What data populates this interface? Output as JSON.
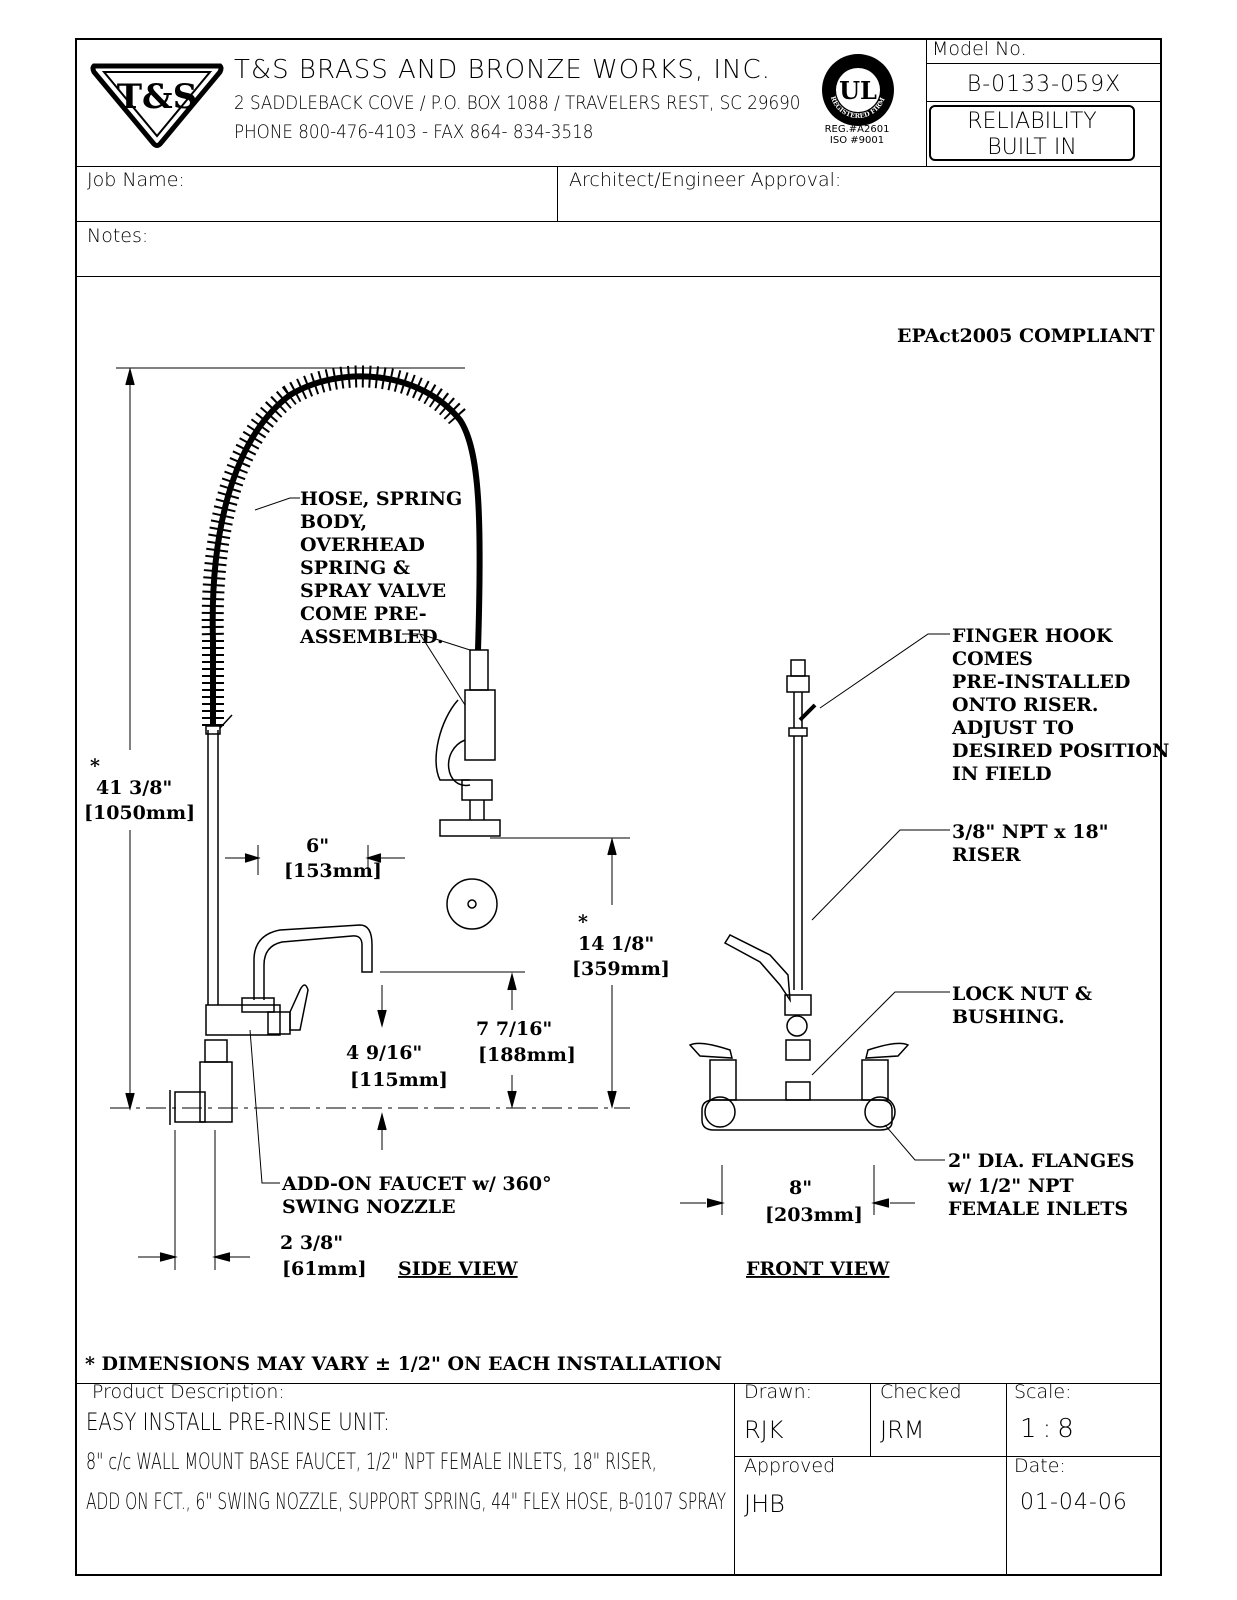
{
  "company": {
    "logo_text": "T&S",
    "name": "T&S BRASS AND BRONZE WORKS, INC.",
    "address": "2 SADDLEBACK COVE / P.O. BOX 1088 / TRAVELERS REST, SC 29690",
    "phone": "PHONE 800-476-4103 - FAX  864- 834-3518",
    "ul_logo": "UL",
    "ul_ring": "REGISTERED FIRM",
    "reg": "REG.#A2601",
    "iso": "ISO #9001"
  },
  "model": {
    "label": "Model No.",
    "number": "B-0133-059X",
    "slogan_line1": "RELIABILITY",
    "slogan_line2": "BUILT IN"
  },
  "fields": {
    "job_name": "Job Name:",
    "architect": "Architect/Engineer Approval:",
    "notes": "Notes:"
  },
  "drawing": {
    "epact": "EPAct2005 COMPLIANT",
    "callout_hose": [
      "HOSE, SPRING",
      "BODY,",
      "OVERHEAD",
      "SPRING &",
      "SPRAY VALVE",
      "COME PRE-",
      "ASSEMBLED."
    ],
    "callout_finger": [
      "FINGER HOOK",
      "COMES",
      "PRE-INSTALLED",
      "ONTO RISER.",
      "ADJUST TO",
      "DESIRED POSITION",
      "IN FIELD"
    ],
    "callout_riser": [
      "3/8\" NPT x 18\"",
      "RISER"
    ],
    "callout_locknut": [
      "LOCK NUT &",
      "BUSHING."
    ],
    "callout_flanges": [
      "2\" DIA. FLANGES",
      "w/ 1/2\" NPT",
      "FEMALE INLETS"
    ],
    "callout_addon": [
      "ADD-ON FAUCET w/ 360°",
      "SWING NOZZLE"
    ],
    "dim_height": [
      "*",
      "41 3/8\"",
      "[1050mm]"
    ],
    "dim_6": [
      "6\"",
      "[153mm]"
    ],
    "dim_14": [
      "*",
      "14 1/8\"",
      "[359mm]"
    ],
    "dim_7": [
      "7 7/16\"",
      "[188mm]"
    ],
    "dim_4": [
      "4 9/16\"",
      "[115mm]"
    ],
    "dim_2": [
      "2 3/8\"",
      "[61mm]"
    ],
    "dim_8": [
      "8\"",
      "[203mm]"
    ],
    "side_view": "SIDE VIEW",
    "front_view": "FRONT VIEW",
    "footnote": "* DIMENSIONS MAY VARY ± 1/2\" ON EACH INSTALLATION"
  },
  "title_block": {
    "product_label": "Product Description:",
    "product_line1": "EASY INSTALL PRE-RINSE UNIT:",
    "product_line2": "8\" c/c WALL MOUNT BASE FAUCET, 1/2\" NPT FEMALE INLETS, 18\" RISER,",
    "product_line3": "ADD ON FCT., 6\" SWING NOZZLE, SUPPORT SPRING, 44\" FLEX HOSE, B-0107 SPRAY",
    "drawn_label": "Drawn:",
    "drawn": "RJK",
    "checked_label": "Checked",
    "checked": "JRM",
    "scale_label": "Scale:",
    "scale": "1:8",
    "approved_label": "Approved",
    "approved": "JHB",
    "date_label": "Date:",
    "date": "01-04-06"
  }
}
